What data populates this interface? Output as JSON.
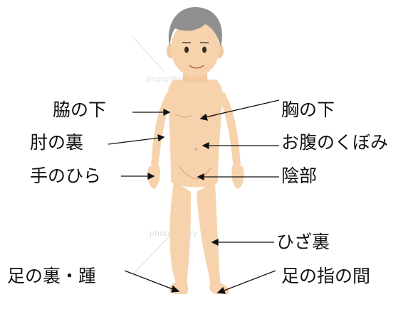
{
  "labels": {
    "armpit_under": "脇の下",
    "chest_under": "胸の下",
    "elbow_back": "肘の裏",
    "belly_hollow": "お腹のくぼみ",
    "palm": "手のひら",
    "groin": "陰部",
    "knee_back": "ひざ裏",
    "sole_heel": "足の裏・踵",
    "toe_gaps": "足の指の間"
  },
  "watermark": "photolibrary",
  "colors": {
    "skin": "#f6d3ad",
    "skin_shadow": "#e9b98c",
    "hair": "#8f8f8f",
    "line": "#111111"
  }
}
